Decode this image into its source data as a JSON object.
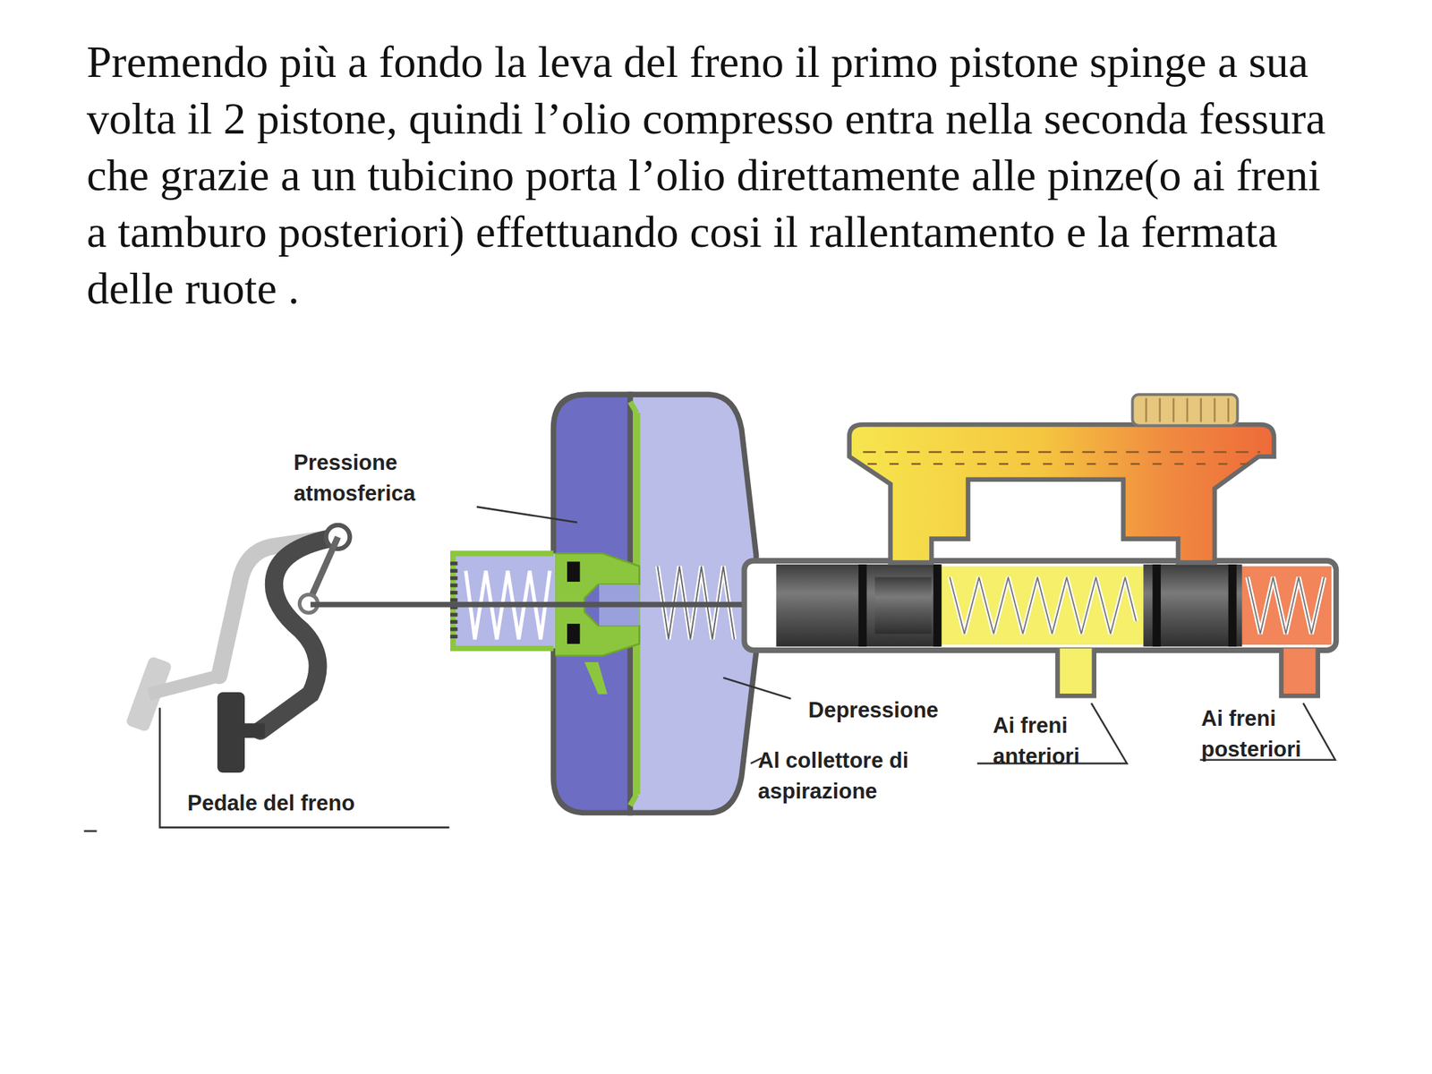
{
  "diagram": {
    "labels": [
      "Premendo più a fondo la leva del freno il primo pistone spinge a sua volta il 2 pistone, quindi l’olio compresso entra nella seconda fessura che grazie a un tubicino porta l’olio direttamente alle pinze(o ai freni a tamburo posteriori) effettuando cosi il rallentamento e la fermata delle ruote .",
      "Pressione atmosferica",
      "Depressione",
      "Al collettore di aspirazione",
      "Ai freni anteriori",
      "Ai freni posteriori",
      "Pedale del freno"
    ]
  }
}
